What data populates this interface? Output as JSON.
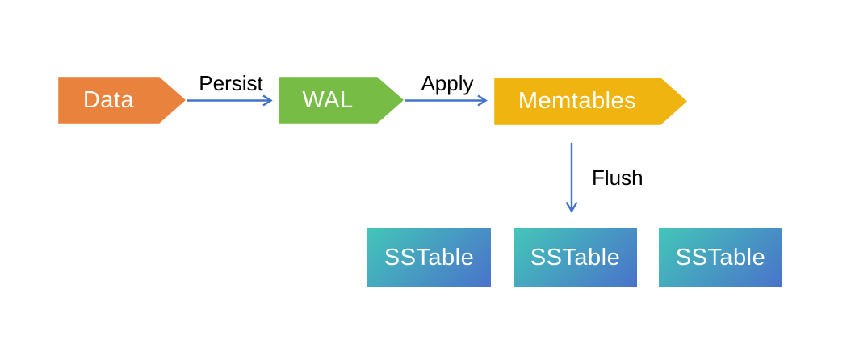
{
  "diagram": {
    "nodes": {
      "data": {
        "label": "Data",
        "color": "#E8823C"
      },
      "wal": {
        "label": "WAL",
        "color": "#77BC45"
      },
      "memtables": {
        "label": "Memtables",
        "color": "#F0B411"
      },
      "sstables": [
        {
          "label": "SSTable"
        },
        {
          "label": "SSTable"
        },
        {
          "label": "SSTable"
        }
      ]
    },
    "edges": {
      "persist": {
        "label": "Persist"
      },
      "apply": {
        "label": "Apply"
      },
      "flush": {
        "label": "Flush"
      }
    },
    "colors": {
      "arrow": "#4472C8",
      "node_text": "#FFFFFF",
      "edge_label_text": "#000000",
      "sstable_gradient_start": "#43C6B8",
      "sstable_gradient_end": "#4A72CB",
      "background": "#FFFFFF"
    }
  }
}
